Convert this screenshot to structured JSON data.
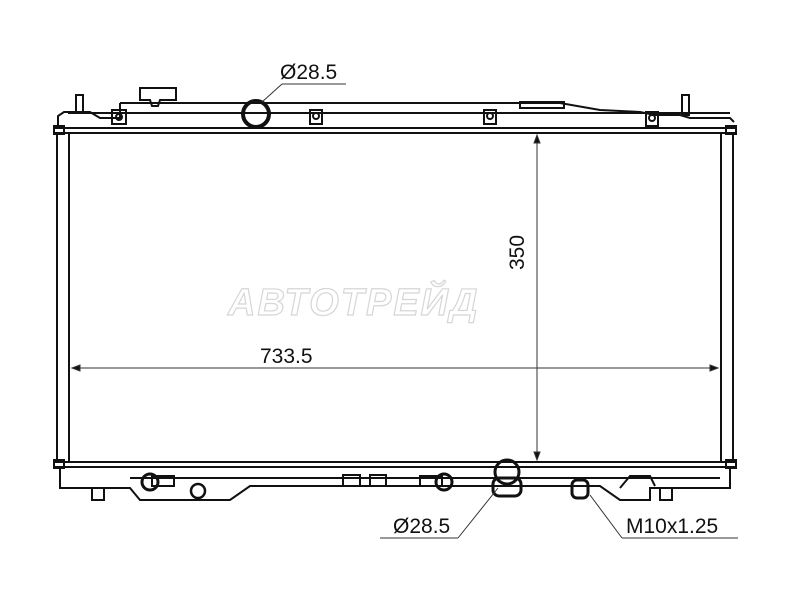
{
  "diagram": {
    "subject": "radiator",
    "watermark": "АВТОТРЕЙД",
    "dimensions": {
      "width": "733.5",
      "height": "350"
    },
    "callouts": {
      "top_inlet": "Ø28.5",
      "bottom_outlet": "Ø28.5",
      "drain_plug": "M10x1.25"
    },
    "colors": {
      "line": "#111111",
      "watermark": "#d6d6d6",
      "background": "#ffffff"
    }
  }
}
